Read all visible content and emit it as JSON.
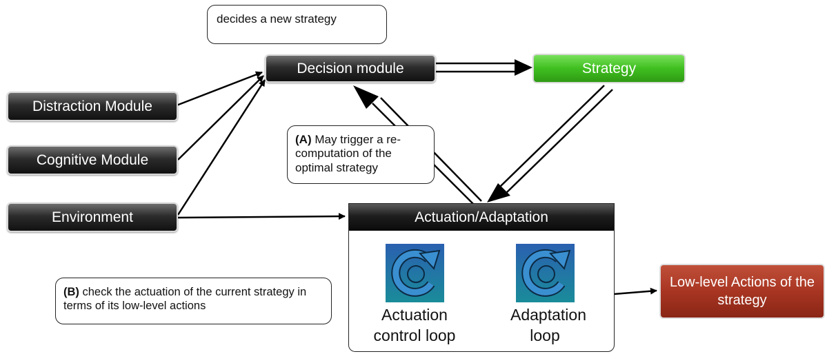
{
  "notes": {
    "decides": "decides a new strategy",
    "a_label": "(A)",
    "a_text": " May trigger a re-computation of the optimal strategy",
    "b_label": "(B)",
    "b_text": " check the actuation of the current strategy in terms of its low-level actions"
  },
  "modules": {
    "decision": "Decision module",
    "strategy": "Strategy",
    "distraction": "Distraction Module",
    "cognitive": "Cognitive Module",
    "environment": "Environment"
  },
  "actuation": {
    "title": "Actuation/Adaptation",
    "loop1": "Actuation control loop",
    "loop2": "Adaptation loop",
    "loop_icon": "cycle-arrow-icon"
  },
  "output": {
    "low_level": "Low-level Actions of the strategy"
  },
  "colors": {
    "strategy": "#3fbf20",
    "low_level": "#a83522",
    "loop_icon_top": "#1f6fb5",
    "loop_icon_bottom": "#1a8aa0",
    "dark_box": "#1a1a1a"
  }
}
